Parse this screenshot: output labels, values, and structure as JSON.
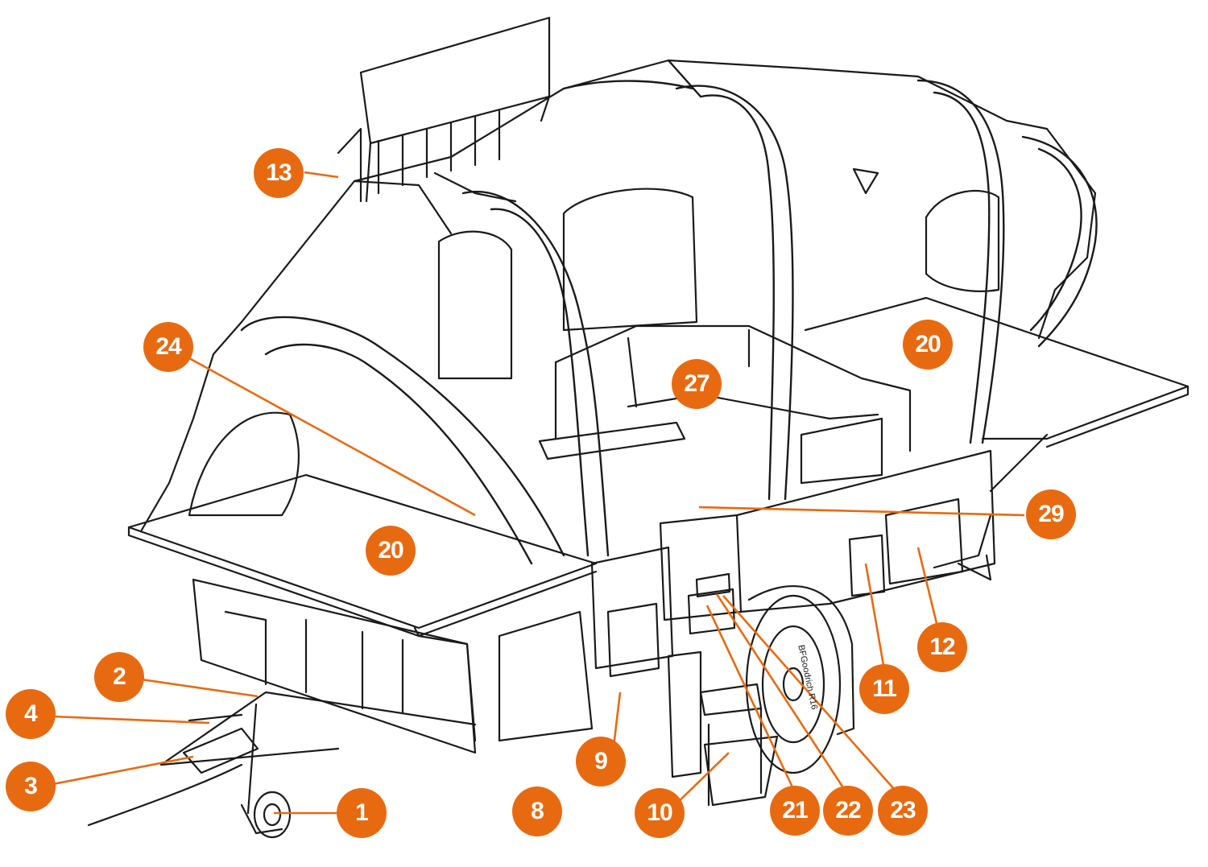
{
  "colors": {
    "accent": "#e86a10",
    "line": "#1a1a1a",
    "background": "#ffffff"
  },
  "drawing": {
    "subject": "camper trailer line drawing"
  },
  "tyre_text": {
    "size": "R16",
    "brand": "BFGoodrich"
  },
  "callouts": [
    {
      "id": "c1",
      "label": "1"
    },
    {
      "id": "c2",
      "label": "2"
    },
    {
      "id": "c3",
      "label": "3"
    },
    {
      "id": "c4",
      "label": "4"
    },
    {
      "id": "c8",
      "label": "8"
    },
    {
      "id": "c9",
      "label": "9"
    },
    {
      "id": "c10",
      "label": "10"
    },
    {
      "id": "c11",
      "label": "11"
    },
    {
      "id": "c12",
      "label": "12"
    },
    {
      "id": "c13",
      "label": "13"
    },
    {
      "id": "c20a",
      "label": "20"
    },
    {
      "id": "c20b",
      "label": "20"
    },
    {
      "id": "c21",
      "label": "21"
    },
    {
      "id": "c22",
      "label": "22"
    },
    {
      "id": "c23",
      "label": "23"
    },
    {
      "id": "c24",
      "label": "24"
    },
    {
      "id": "c27",
      "label": "27"
    },
    {
      "id": "c29",
      "label": "29"
    }
  ]
}
